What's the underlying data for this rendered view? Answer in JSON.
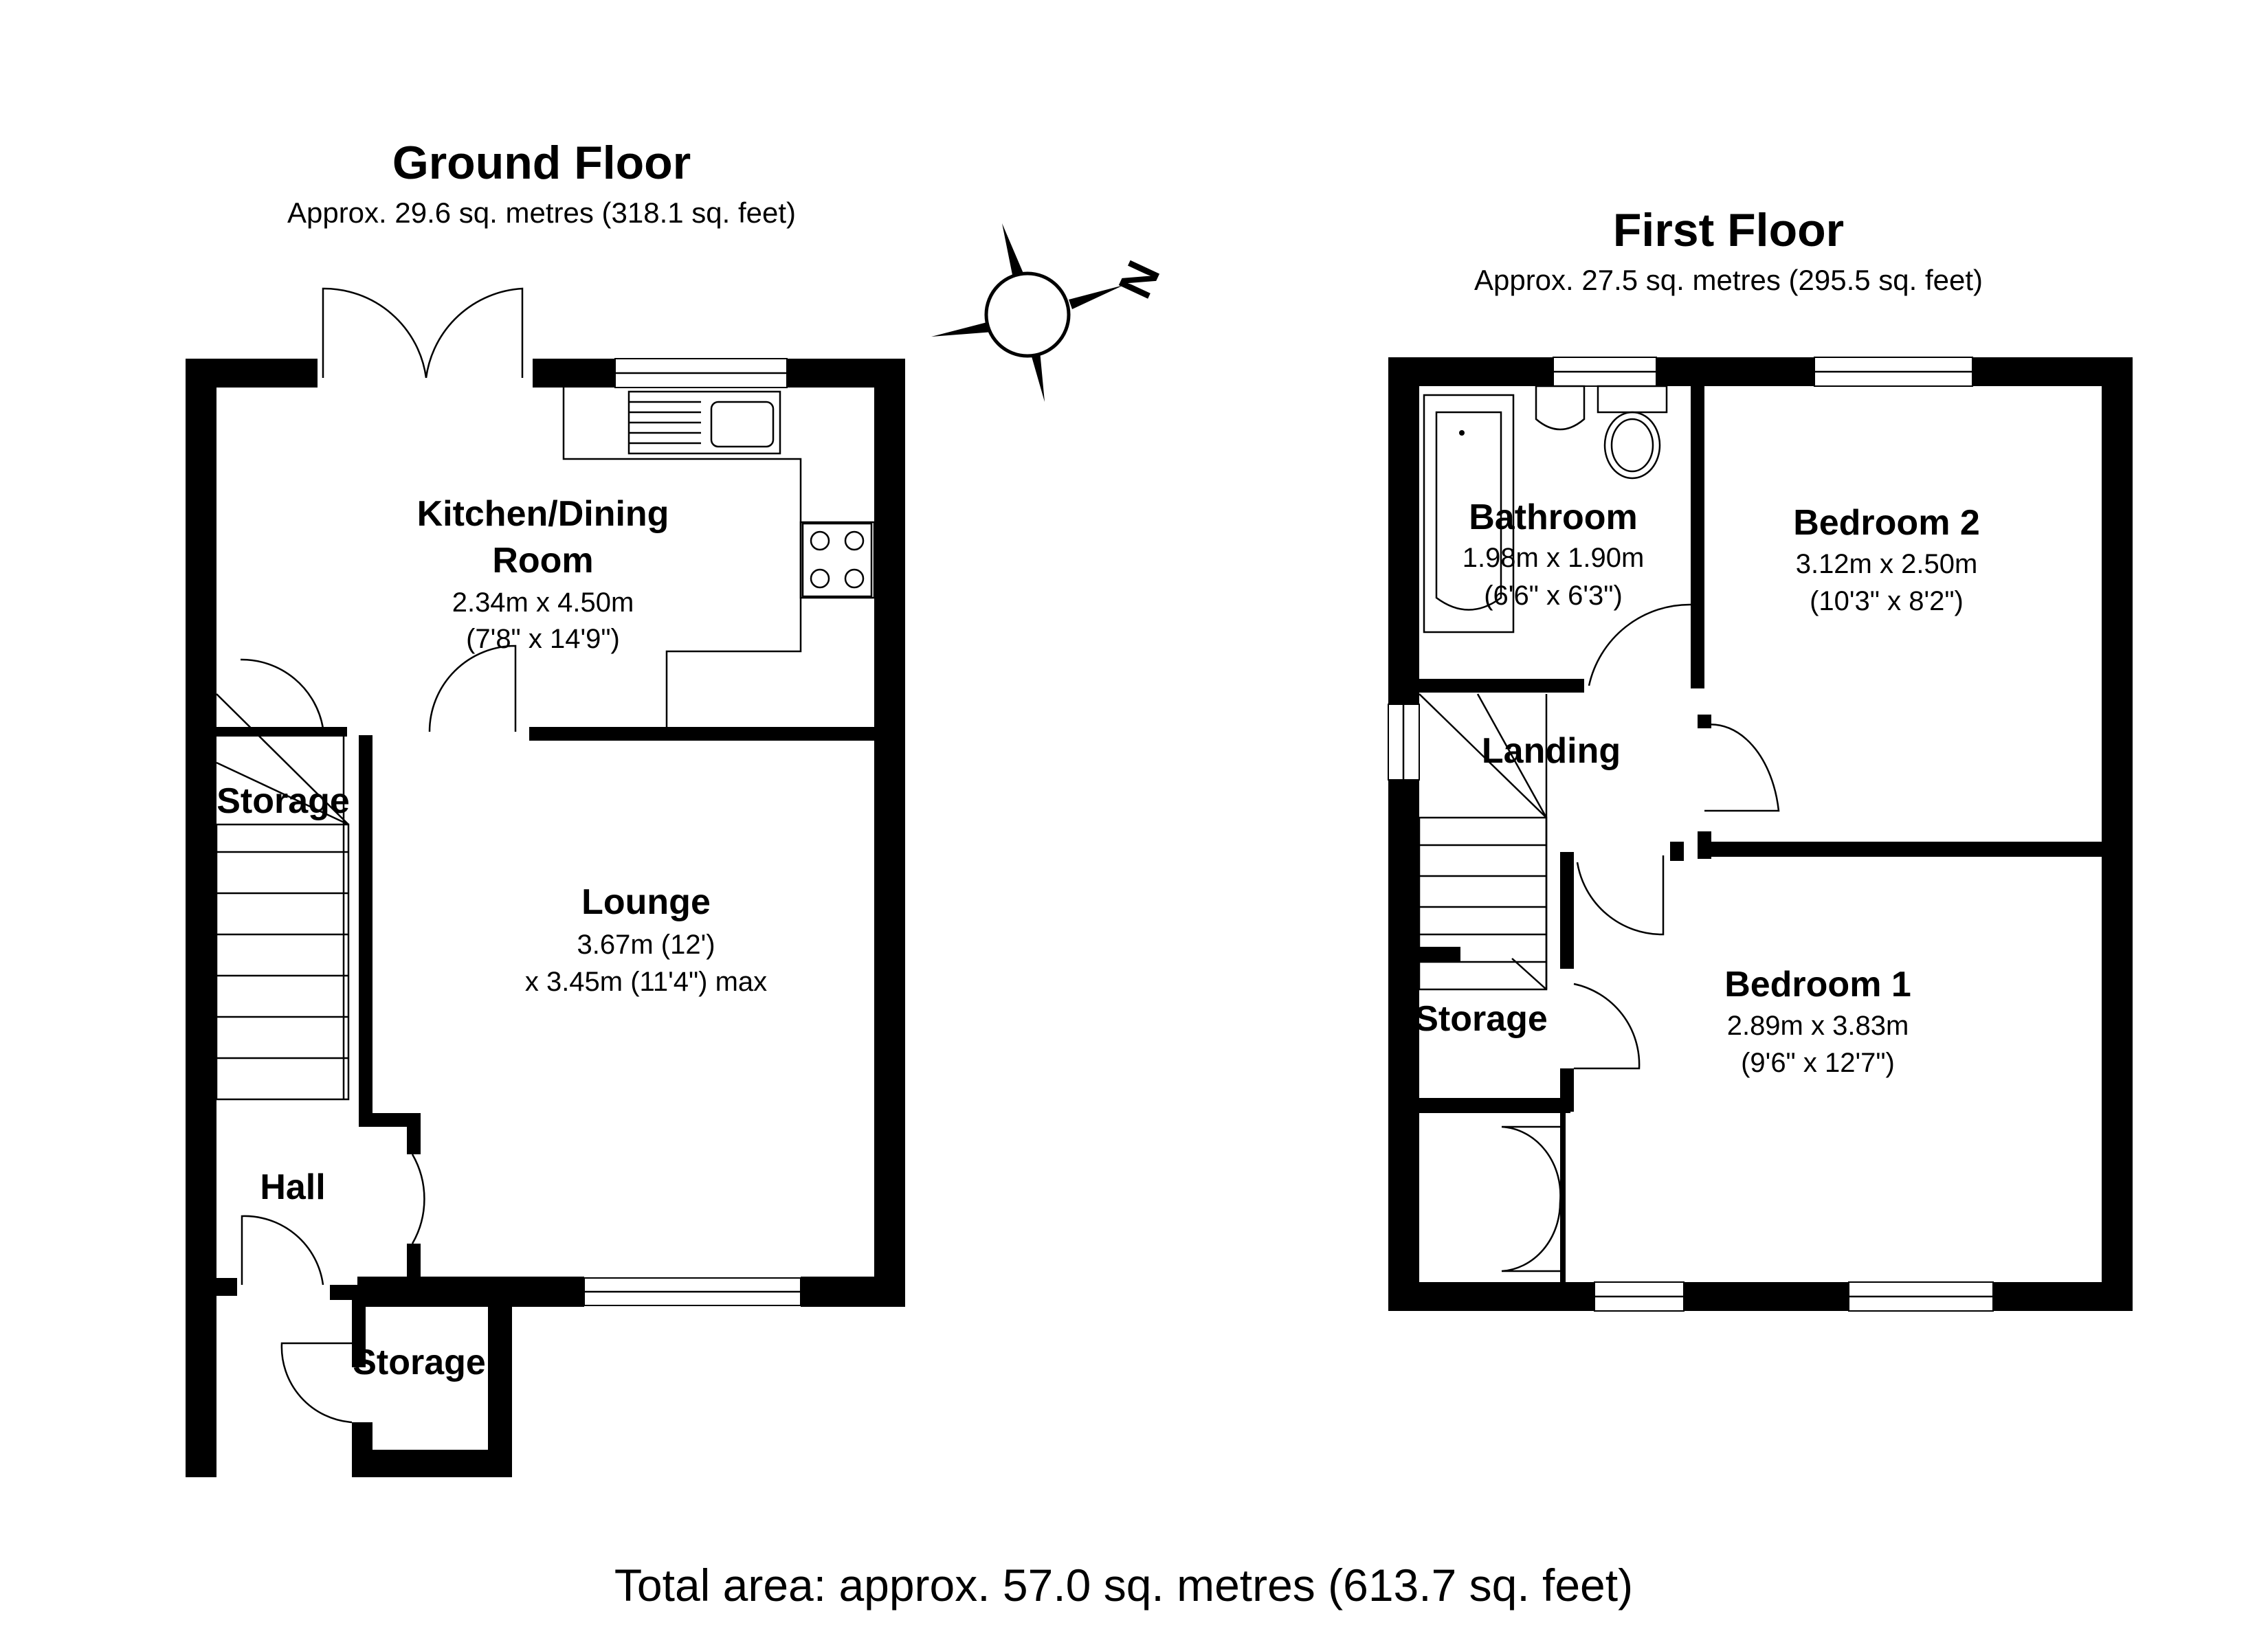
{
  "ground_floor": {
    "title": "Ground Floor",
    "area": "Approx. 29.6 sq. metres (318.1 sq. feet)",
    "rooms": {
      "kitchen": {
        "name_line1": "Kitchen/Dining",
        "name_line2": "Room",
        "dim_line1": "2.34m x 4.50m",
        "dim_line2": "(7'8\" x 14'9\")"
      },
      "lounge": {
        "name": "Lounge",
        "dim_line1": "3.67m (12')",
        "dim_line2": "x 3.45m (11'4\") max"
      },
      "storage_upper": {
        "name": "Storage"
      },
      "hall": {
        "name": "Hall"
      },
      "storage_lower": {
        "name": "Storage"
      }
    }
  },
  "first_floor": {
    "title": "First Floor",
    "area": "Approx. 27.5 sq. metres (295.5 sq. feet)",
    "rooms": {
      "bathroom": {
        "name": "Bathroom",
        "dim_line1": "1.98m x 1.90m",
        "dim_line2": "(6'6\" x 6'3\")"
      },
      "bedroom2": {
        "name": "Bedroom 2",
        "dim_line1": "3.12m x 2.50m",
        "dim_line2": "(10'3\" x 8'2\")"
      },
      "landing": {
        "name": "Landing"
      },
      "storage": {
        "name": "Storage"
      },
      "bedroom1": {
        "name": "Bedroom 1",
        "dim_line1": "2.89m x 3.83m",
        "dim_line2": "(9'6\" x 12'7\")"
      }
    }
  },
  "compass": {
    "north_label": "N",
    "icon": "compass-rose-icon"
  },
  "total_area": "Total area: approx. 57.0 sq. metres (613.7 sq. feet)"
}
